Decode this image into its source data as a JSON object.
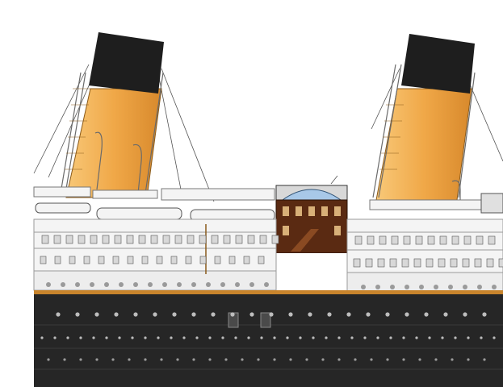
{
  "scene": {
    "subject": "ship-cross-section-illustration",
    "colors": {
      "background": "#ffffff",
      "funnel_buff": "#f0a848",
      "funnel_shade": "#d8892c",
      "funnel_light": "#f8c878",
      "funnel_cap": "#1e1e1e",
      "hull": "#262626",
      "hull_plate_line": "#3a3a3a",
      "superstructure": "#f4f4f4",
      "deck_line": "#9a9a9a",
      "window": "#d8d8d8",
      "wood": "#5a2a12",
      "wood_light": "#8a4a22",
      "dome_glass": "#a8c8e8",
      "rigging": "#555555",
      "boat_deck_rail": "#777777",
      "porthole": "#bdbdbd"
    },
    "elements": [
      "forward-funnel",
      "aft-funnel",
      "grand-staircase-section",
      "lifeboats",
      "hull",
      "superstructure"
    ]
  }
}
